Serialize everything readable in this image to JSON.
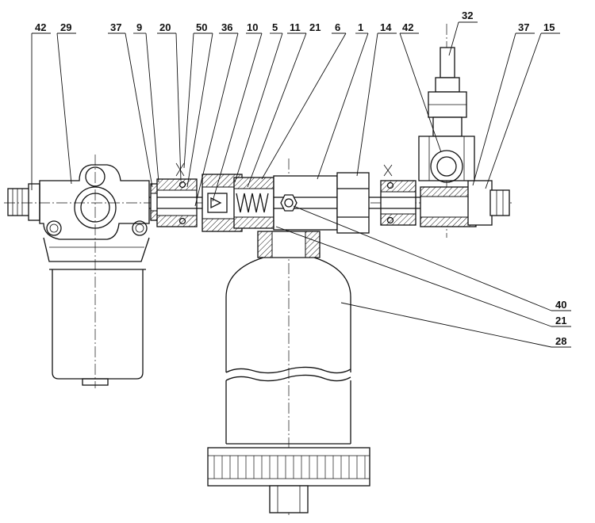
{
  "callouts_top": [
    "42",
    "29",
    "37",
    "9",
    "20",
    "50",
    "36",
    "10",
    "5",
    "11",
    "21",
    "6",
    "1",
    "14",
    "42",
    "37",
    "15"
  ],
  "callout_32": "32",
  "callouts_right": [
    "40",
    "21",
    "28"
  ]
}
